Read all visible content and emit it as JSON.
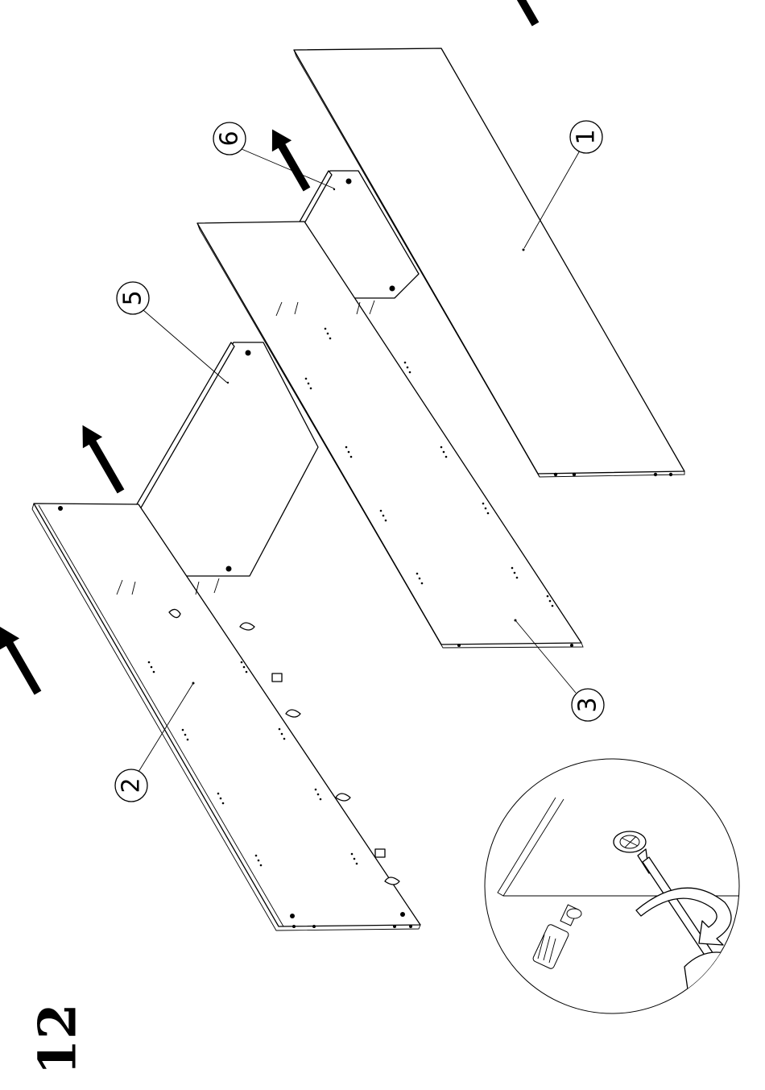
{
  "step_number": "12",
  "part_labels": {
    "p1": "1",
    "p2": "2",
    "p3": "3",
    "p5": "5",
    "p6": "6"
  },
  "icons": {
    "arrow": "assembly-direction-arrow-icon",
    "screwdriver": "screwdriver-icon",
    "cam_bolt": "cam-bolt-icon",
    "dowel": "wooden-dowel-icon",
    "rotation": "clockwise-rotation-icon"
  },
  "colors": {
    "line": "#000000",
    "background": "#ffffff"
  }
}
